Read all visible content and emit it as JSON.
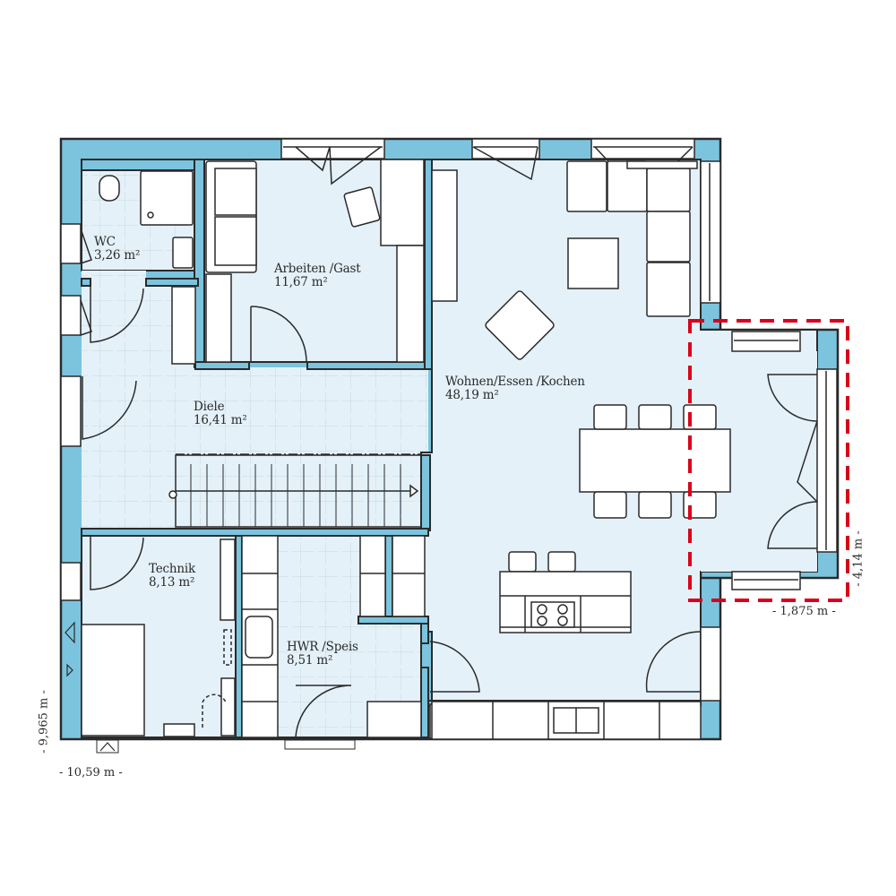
{
  "colors": {
    "wall": "#7cc4de",
    "floor": "#e4f1f9",
    "tile_grid": "#ffffff",
    "outline": "#2a2a2a",
    "furniture": "#ffffff",
    "highlight": "#d9001b"
  },
  "rooms": [
    {
      "name": "WC",
      "area": "3,26 m²"
    },
    {
      "name": "Arbeiten /Gast",
      "area": "11,67 m²"
    },
    {
      "name": "Diele",
      "area": "16,41 m²"
    },
    {
      "name": "Wohnen/Essen /Kochen",
      "area": "48,19 m²"
    },
    {
      "name": "Technik",
      "area": "8,13 m²"
    },
    {
      "name": "HWR /Speis",
      "area": "8,51 m²"
    }
  ],
  "dimensions": {
    "width": "- 10,59 m -",
    "depth": "- 9,965 m -",
    "bay_width": "- 1,875 m -",
    "bay_depth": "- 4,14 m -"
  }
}
